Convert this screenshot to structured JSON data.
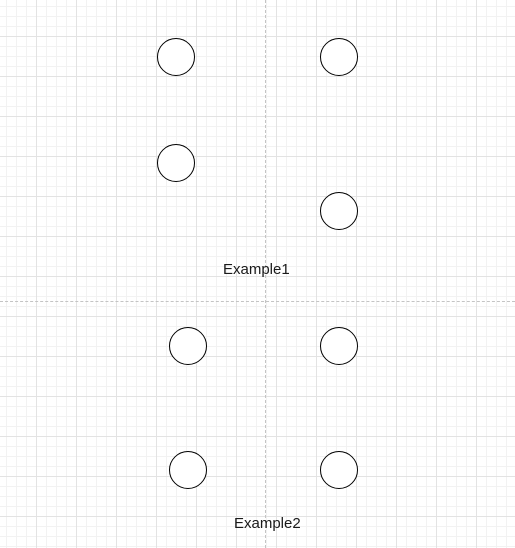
{
  "diagram": {
    "colors": {
      "stroke": "#000000",
      "fill": "#ffffff",
      "grid": "#e3e3e3",
      "guide": "#c4c4c4"
    },
    "examples": [
      {
        "label": "Example1",
        "node_count": 4
      },
      {
        "label": "Example2",
        "node_count": 4
      }
    ]
  }
}
